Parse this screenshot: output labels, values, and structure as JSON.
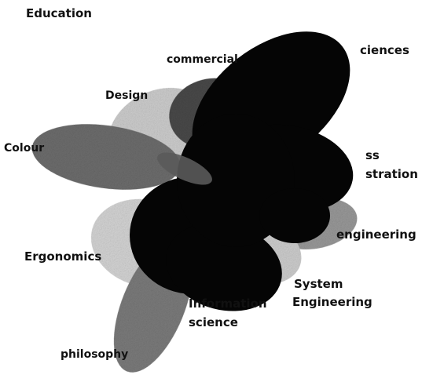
{
  "labels": {
    "education": "Education",
    "commercial": "commercial",
    "sciences": "ciences",
    "design": "Design",
    "colour": "Colour",
    "business_line1": "ss",
    "business_line2": "stration",
    "engineering": "engineering",
    "ergonomics": "Ergonomics",
    "system_line1": "System",
    "system_line2": "Engineering",
    "information_line1": "Information",
    "information_line2": "science",
    "philosophy": "philosophy"
  },
  "colors": {
    "dark_petal": "#050505",
    "grey_mid": "#7a7a7a",
    "grey_light": "#c8c8c8",
    "grey_lighter": "#dcdcdc",
    "label": "#111111"
  }
}
